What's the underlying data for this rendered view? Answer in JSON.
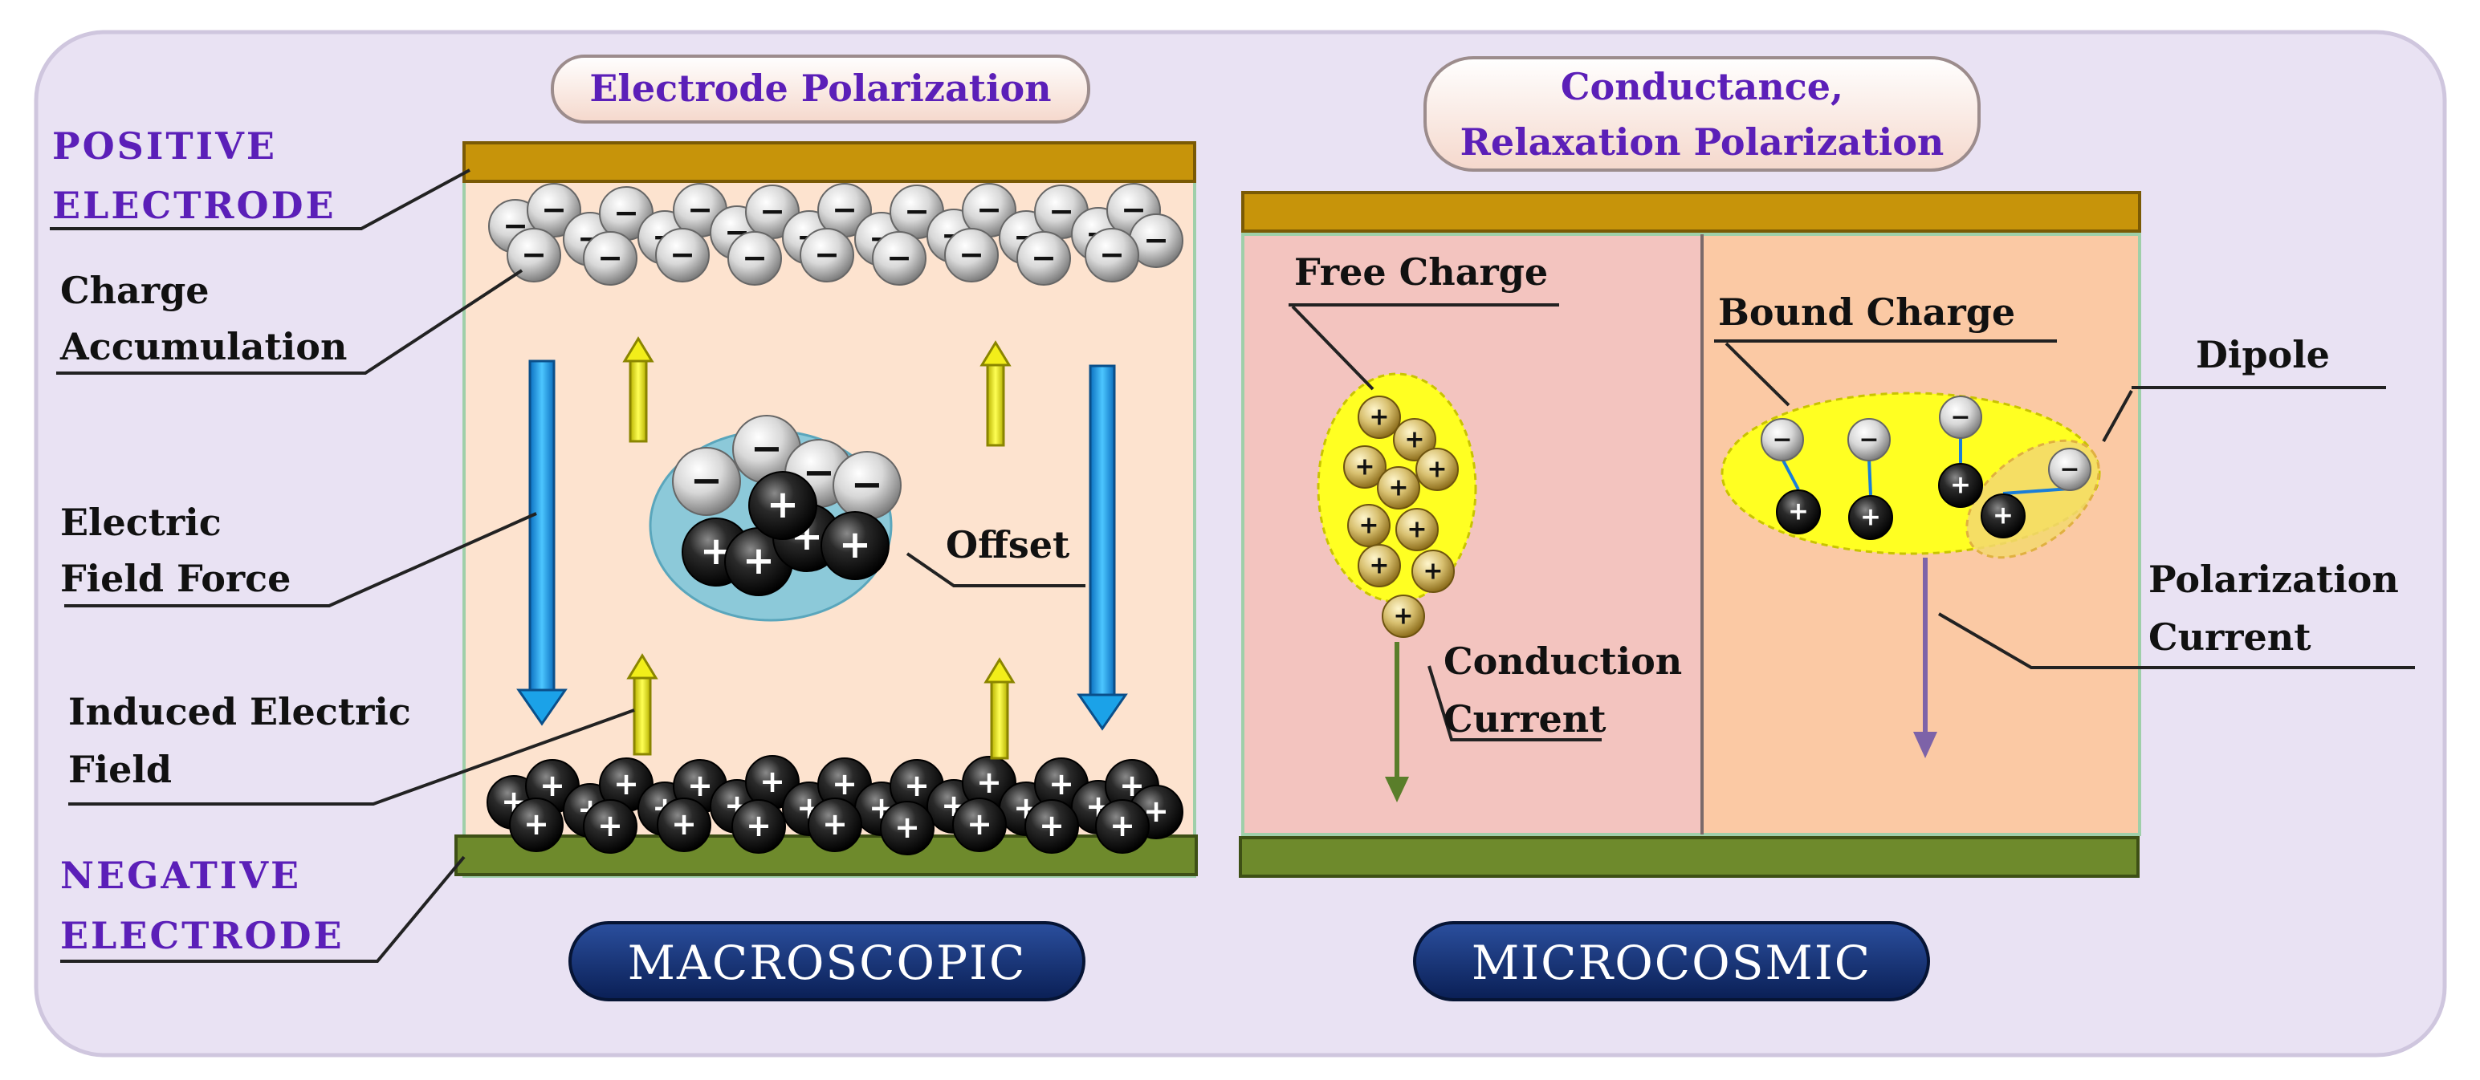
{
  "left_title": "Electrode Polarization",
  "right_title_line1": "Conductance,",
  "right_title_line2": "Relaxation Polarization",
  "positive_electrode_line1": "POSITIVE",
  "positive_electrode_line2": "ELECTRODE",
  "negative_electrode_line1": "NEGATIVE",
  "negative_electrode_line2": "ELECTRODE",
  "charge_accumulation_line1": "Charge",
  "charge_accumulation_line2": "Accumulation",
  "electric_field_force_line1": "Electric",
  "electric_field_force_line2": "Field Force",
  "induced_field_line1": "Induced Electric",
  "induced_field_line2": "Field",
  "offset_label": "Offset",
  "free_charge_label": "Free Charge",
  "bound_charge_label": "Bound Charge",
  "dipole_label": "Dipole",
  "conduction_current_line1": "Conduction",
  "conduction_current_line2": "Current",
  "polarization_current_line1": "Polarization",
  "polarization_current_line2": "Current",
  "macroscopic_label": "MACROSCOPIC",
  "microcosmic_label": "MICROCOSMIC",
  "minus_sign": "−",
  "plus_sign": "+",
  "colors": {
    "panel_background": "#e9e2f3",
    "electrode_top": "#c7940a",
    "electrode_bottom": "#6e8a2c",
    "medium_left": "#fde3cf",
    "free_charge_region": "#f3c4bf",
    "bound_charge_region": "#fbc9a4",
    "charge_cloud": "#ffff22",
    "blue_arrow": "#1ba2e8",
    "yellow_arrow": "#f2ee1a",
    "label_purple": "#5b1fb8",
    "pill_navy": "#0e2a6b"
  }
}
